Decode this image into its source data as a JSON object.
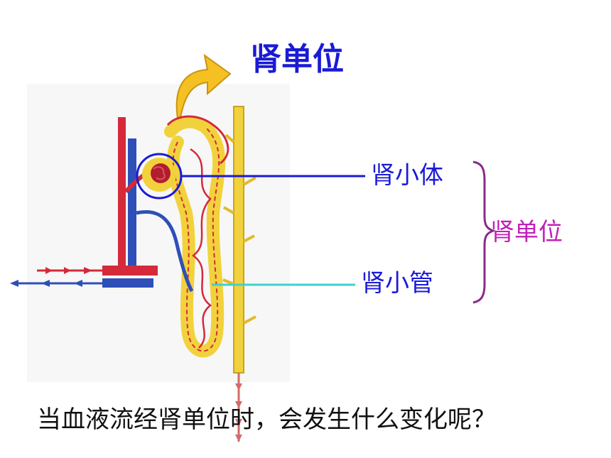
{
  "diagram": {
    "title": "肾单位",
    "labels": {
      "renal_corpuscle": "肾小体",
      "renal_tubule": "肾小管",
      "nephron": "肾单位"
    },
    "question": "当血液流经肾单位时，会发生什么变化呢？"
  },
  "colors": {
    "label_blue": "#1a1ad6",
    "nephron_magenta": "#c21fb8",
    "artery_red": "#d42a3a",
    "vein_blue": "#2e4fb8",
    "tubule_yellow": "#f2d23c",
    "pointer_cyan": "#3fd0d0",
    "brace_purple": "#8a2a8a",
    "arrow_gold": "#f5c021"
  }
}
